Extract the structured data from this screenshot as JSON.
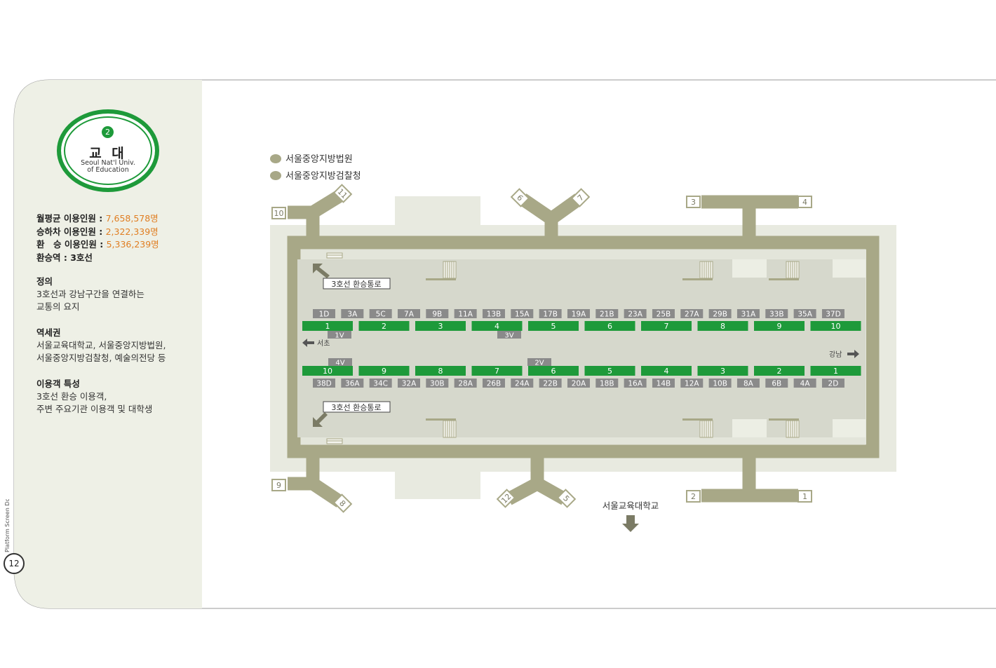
{
  "station": {
    "line_number": "2",
    "name_kr": "교 대",
    "name_en_line1": "Seoul Nat'l Univ.",
    "name_en_line2": "of Education"
  },
  "stats": [
    {
      "label": "월평균 이용인원 : ",
      "value": "7,658,578명"
    },
    {
      "label": "승하차 이용인원 : ",
      "value": "2,322,339명"
    },
    {
      "label": "환　승 이용인원 : ",
      "value": "5,336,239명"
    },
    {
      "label": "환승역 : 3호선",
      "value": ""
    }
  ],
  "sections": [
    {
      "heading": "정의",
      "lines": [
        "3호선과 강남구간을 연결하는",
        "교통의 요지"
      ]
    },
    {
      "heading": "역세권",
      "lines": [
        "서울교육대학교, 서울중앙지방법원,",
        "서울중앙지방검찰청, 예술의전당 등"
      ]
    },
    {
      "heading": "이용객 특성",
      "lines": [
        "3호선 환승 이용객,",
        "주변 주요기관 이용객 및 대학생"
      ]
    }
  ],
  "side_label": "Platform Screen Door",
  "page_number": "12",
  "legend": [
    "서울중앙지방법원",
    "서울중앙지방검찰청"
  ],
  "map": {
    "transfer_label": "3호선 환승통로",
    "direction_left": "서초",
    "direction_right": "강남",
    "destination": "서울교육대학교",
    "exits": [
      "1",
      "2",
      "3",
      "4",
      "5",
      "6",
      "7",
      "8",
      "9",
      "10",
      "11",
      "12"
    ],
    "top_door_codes": [
      "1D",
      "3A",
      "5C",
      "7A",
      "9B",
      "11A",
      "13B",
      "15A",
      "17B",
      "19A",
      "21B",
      "23A",
      "25B",
      "27A",
      "29B",
      "31A",
      "33B",
      "35A",
      "37D"
    ],
    "top_cars": [
      "1",
      "2",
      "3",
      "4",
      "5",
      "6",
      "7",
      "8",
      "9",
      "10"
    ],
    "top_special": [
      "1V",
      "3V"
    ],
    "bottom_special": [
      "4V",
      "2V"
    ],
    "bottom_cars": [
      "10",
      "9",
      "8",
      "7",
      "6",
      "5",
      "4",
      "3",
      "2",
      "1"
    ],
    "bottom_door_codes": [
      "38D",
      "36A",
      "34C",
      "32A",
      "30B",
      "28A",
      "26B",
      "24A",
      "22B",
      "20A",
      "18B",
      "16A",
      "14B",
      "12A",
      "10B",
      "8A",
      "6B",
      "4A",
      "2D"
    ]
  },
  "colors": {
    "green": "#1e9a3a",
    "concourse": "#a8a887",
    "door_code": "#8a8a8a",
    "accent": "#e07e22"
  }
}
